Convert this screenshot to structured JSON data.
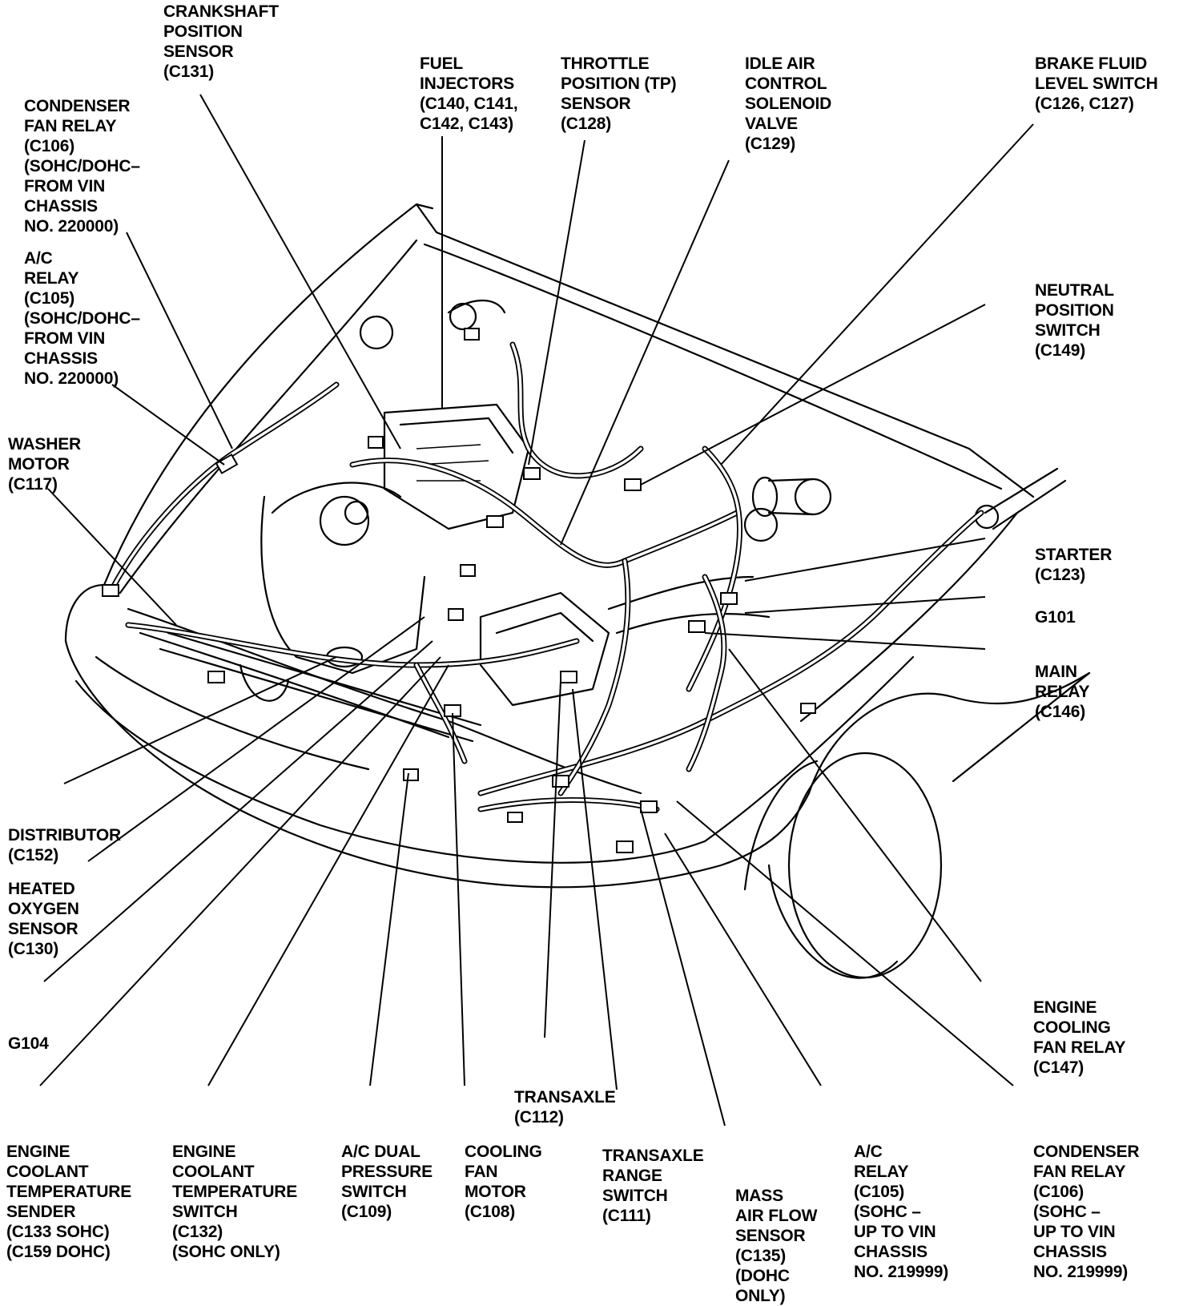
{
  "labels": {
    "crankshaft_position_sensor": "CRANKSHAFT\nPOSITION\nSENSOR\n(C131)",
    "fuel_injectors": "FUEL\nINJECTORS\n(C140, C141,\nC142, C143)",
    "throttle_position_sensor": "THROTTLE\nPOSITION (TP)\nSENSOR\n(C128)",
    "idle_air_control_valve": "IDLE AIR\nCONTROL\nSOLENOID\nVALVE\n(C129)",
    "brake_fluid_level_switch": "BRAKE FLUID\nLEVEL SWITCH\n(C126, C127)",
    "condenser_fan_relay_top": "CONDENSER\nFAN RELAY\n(C106)\n(SOHC/DOHC–\nFROM VIN\nCHASSIS\nNO. 220000)",
    "ac_relay_top": "A/C\nRELAY\n(C105)\n(SOHC/DOHC–\nFROM VIN\nCHASSIS\nNO. 220000)",
    "neutral_position_switch": "NEUTRAL\nPOSITION\nSWITCH\n(C149)",
    "washer_motor": "WASHER\nMOTOR\n(C117)",
    "starter": "STARTER\n(C123)",
    "g101": "G101",
    "main_relay": "MAIN\nRELAY\n(C146)",
    "distributor": "DISTRIBUTOR\n(C152)",
    "heated_oxygen_sensor": "HEATED\nOXYGEN\nSENSOR\n(C130)",
    "g104": "G104",
    "engine_cooling_fan_relay": "ENGINE\nCOOLING\nFAN RELAY\n(C147)",
    "transaxle": "TRANSAXLE\n(C112)",
    "engine_coolant_temp_sender": "ENGINE\nCOOLANT\nTEMPERATURE\nSENDER\n(C133 SOHC)\n(C159 DOHC)",
    "engine_coolant_temp_switch": "ENGINE\nCOOLANT\nTEMPERATURE\nSWITCH\n(C132)\n(SOHC ONLY)",
    "ac_dual_pressure_switch": "A/C DUAL\nPRESSURE\nSWITCH\n(C109)",
    "cooling_fan_motor": "COOLING\nFAN\nMOTOR\n(C108)",
    "transaxle_range_switch": "TRANSAXLE\nRANGE\nSWITCH\n(C111)",
    "mass_air_flow_sensor": "MASS\nAIR FLOW\nSENSOR\n(C135)\n(DOHC\nONLY)",
    "ac_relay_bottom": "A/C\nRELAY\n(C105)\n(SOHC –\nUP TO VIN\nCHASSIS\nNO. 219999)",
    "condenser_fan_relay_bottom": "CONDENSER\nFAN RELAY\n(C106)\n(SOHC –\nUP TO VIN\nCHASSIS\nNO. 219999)"
  },
  "colors": {
    "ink": "#000000",
    "paper": "#ffffff"
  }
}
